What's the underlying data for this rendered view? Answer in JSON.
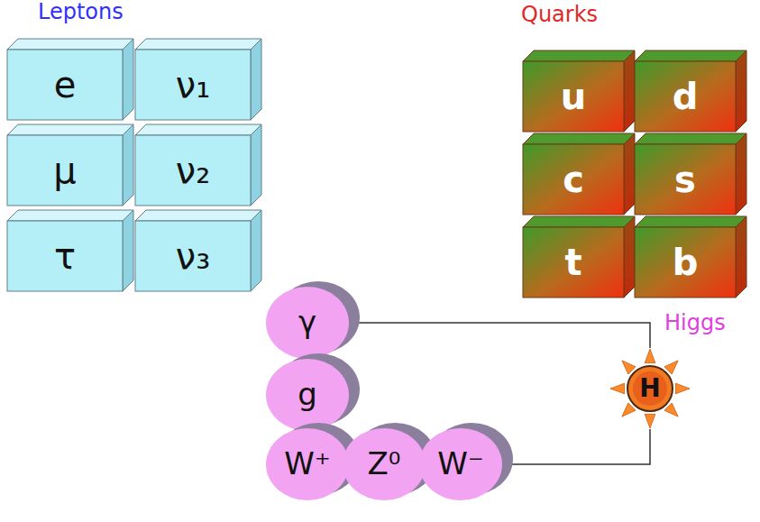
{
  "diagram": {
    "nodes": [
      {
        "text": [
          "e"
        ]
      },
      {
        "text": [
          "ν₁"
        ]
      },
      {
        "text": [
          "μ"
        ]
      },
      {
        "text": [
          "ν₂"
        ]
      },
      {
        "text": [
          "τ"
        ]
      },
      {
        "text": [
          "ν₃"
        ]
      },
      {
        "text": [
          "u"
        ]
      },
      {
        "text": [
          "d"
        ]
      },
      {
        "text": [
          "c"
        ]
      },
      {
        "text": [
          "s"
        ]
      },
      {
        "text": [
          "t"
        ]
      },
      {
        "text": [
          "b"
        ]
      },
      {
        "text": [
          "γ"
        ]
      },
      {
        "text": [
          "g"
        ]
      },
      {
        "text": [
          "W⁺"
        ]
      },
      {
        "text": [
          "Z⁰"
        ]
      },
      {
        "text": [
          "W⁻"
        ]
      },
      {
        "text": [
          "H"
        ]
      }
    ],
    "edges": [
      {
        "from": 12,
        "to": 17,
        "arrow": "none"
      },
      {
        "from": 16,
        "to": 17,
        "arrow": "none"
      }
    ],
    "labels": [
      "Leptons",
      "Quarks",
      "Higgs"
    ]
  }
}
